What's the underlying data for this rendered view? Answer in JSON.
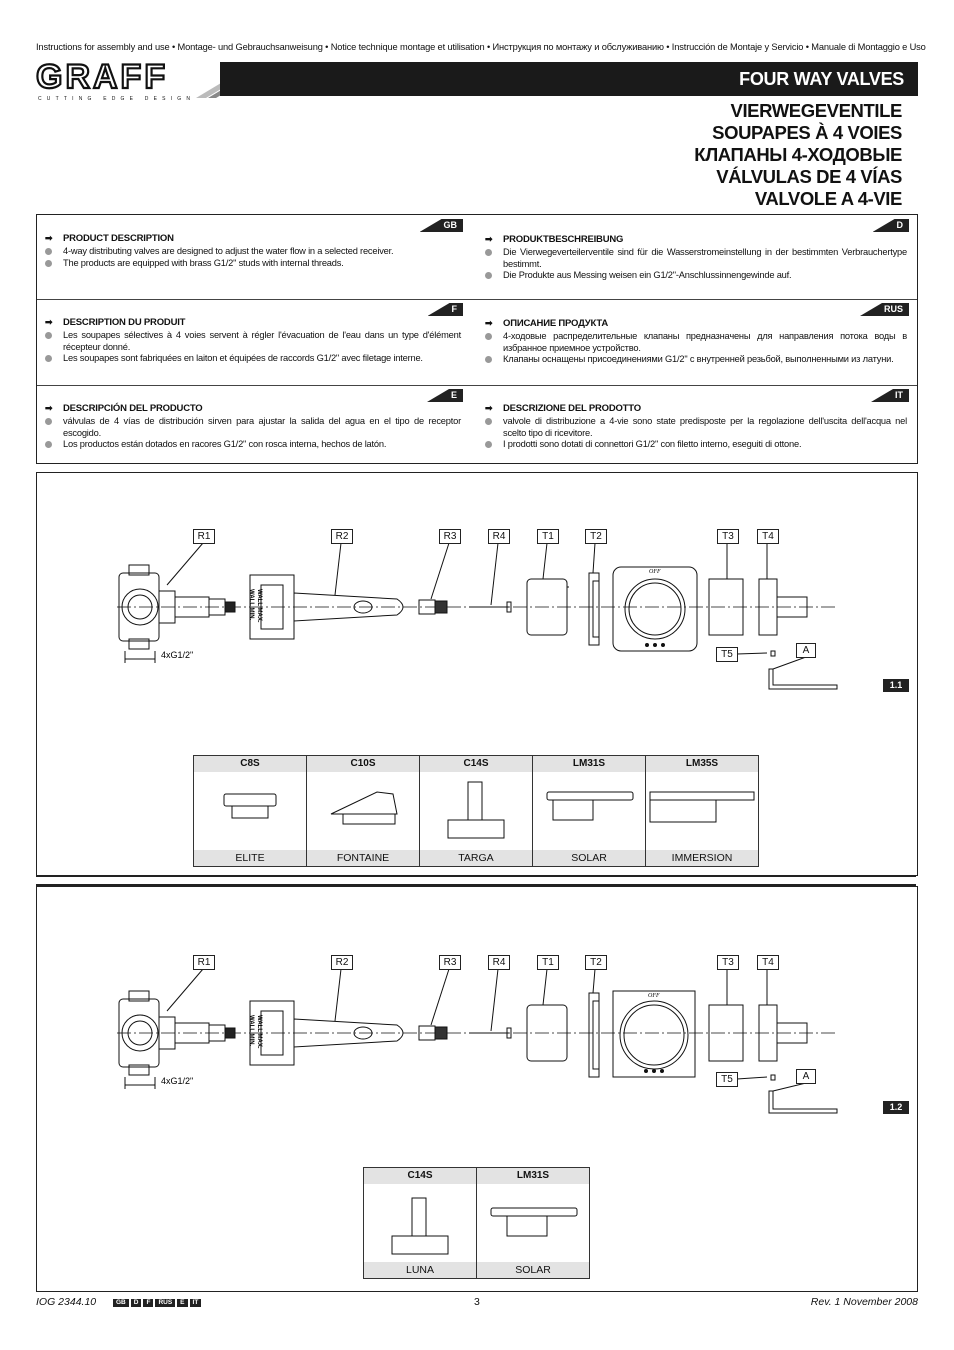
{
  "header": {
    "instructions_line": "Instructions for assembly and use • Montage- und Gebrauchsanweisung • Notice technique montage et utilisation • Инструкция по монтажу и обслуживанию • Instrucción de Montaje y Servicio • Manuale di Montaggio e Uso",
    "brand": "GRAFF",
    "tagline": "CUTTING EDGE DESIGN",
    "banner_title": "FOUR WAY VALVES",
    "titles": [
      "VIERWEGEVENTILE",
      "SOUPAPES À 4 VOIES",
      "КЛАПАНЫ 4-ХОДОВЫЕ",
      "VÁLVULAS DE 4 VÍAS",
      "VALVOLE A 4-VIE"
    ]
  },
  "descriptions": [
    {
      "tag": "GB",
      "title": "PRODUCT DESCRIPTION",
      "items": [
        "4-way distributing valves are designed to adjust the water flow in a selected receiver.",
        "The products are equipped with brass G1/2\" studs with internal threads."
      ]
    },
    {
      "tag": "D",
      "title": "PRODUKTBESCHREIBUNG",
      "items": [
        "Die Vierwegeverteilerventile sind für die Wasserstromeinstellung in der bestimmten Verbrauchertype bestimmt.",
        "Die Produkte aus Messing weisen ein G1/2\"-Anschlussinnengewinde auf."
      ]
    },
    {
      "tag": "F",
      "title": "DESCRIPTION DU PRODUIT",
      "items": [
        "Les soupapes sélectives à 4 voies servent à régler l'évacuation de l'eau dans un type d'élément récepteur donné.",
        "Les soupapes sont fabriquées en laiton et équipées de raccords G1/2\" avec filetage interne."
      ]
    },
    {
      "tag": "RUS",
      "title": "ОПИСАНИЕ ПРОДУКТА",
      "items": [
        "4-ходовые распределительные клапаны предназначены для направления потока воды в избранное приемное устройство.",
        "Клапаны оснащены присоединениями G1/2\" с внутренней резьбой, выполненными из латуни."
      ]
    },
    {
      "tag": "E",
      "title": "DESCRIPCIÓN DEL PRODUCTO",
      "items": [
        "válvulas de 4 vías de distribución sirven para ajustar la salida del agua en el tipo de receptor escogido.",
        "Los productos están dotados en racores G1/2\" con rosca interna, hechos de latón."
      ]
    },
    {
      "tag": "IT",
      "title": "DESCRIZIONE DEL PRODOTTO",
      "items": [
        "valvole di distribuzione a 4-vie sono state predisposte per la regolazione dell'uscita dell'acqua nel scelto tipo di ricevitore.",
        "I prodotti sono dotati di connettori G1/2\" con filetto interno, eseguiti di ottone."
      ]
    }
  ],
  "diagram": {
    "parts": [
      "R1",
      "R2",
      "R3",
      "R4",
      "T1",
      "T2",
      "T3",
      "T4",
      "T5",
      "A"
    ],
    "thread_label": "4xG1/2\"",
    "wall_min": "WALL MIN.",
    "wall_max": "WALL MAX.",
    "off_label": "OFF"
  },
  "panel1": {
    "badge": "1.1",
    "variants": [
      {
        "code": "C8S",
        "name": "ELITE"
      },
      {
        "code": "C10S",
        "name": "FONTAINE"
      },
      {
        "code": "C14S",
        "name": "TARGA"
      },
      {
        "code": "LM31S",
        "name": "SOLAR"
      },
      {
        "code": "LM35S",
        "name": "IMMERSION"
      }
    ]
  },
  "panel2": {
    "badge": "1.2",
    "variants": [
      {
        "code": "C14S",
        "name": "LUNA"
      },
      {
        "code": "LM31S",
        "name": "SOLAR"
      }
    ]
  },
  "footer": {
    "doc_code": "IOG 2344.10",
    "lang_tags": [
      "GB",
      "D",
      "F",
      "RUS",
      "E",
      "IT"
    ],
    "page": "3",
    "revision": "Rev. 1 November 2008"
  }
}
